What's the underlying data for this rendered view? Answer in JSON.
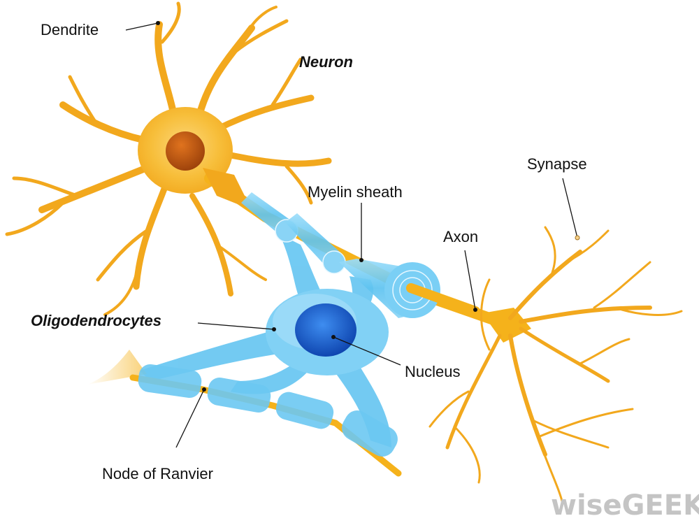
{
  "title": "Neuron",
  "labels": {
    "dendrite": "Dendrite",
    "neuron": "Neuron",
    "synapse": "Synapse",
    "myelin_sheath": "Myelin sheath",
    "axon": "Axon",
    "oligodendrocytes": "Oligodendrocytes",
    "nucleus": "Nucleus",
    "node_of_ranvier": "Node of Ranvier"
  },
  "watermark": "wiseGEEK",
  "colors": {
    "neuron": "#F5B21B",
    "nucleus_neuron": "#B8520E",
    "myelin": "#5EC3F0",
    "oligo_nucleus": "#1A5FD0"
  }
}
